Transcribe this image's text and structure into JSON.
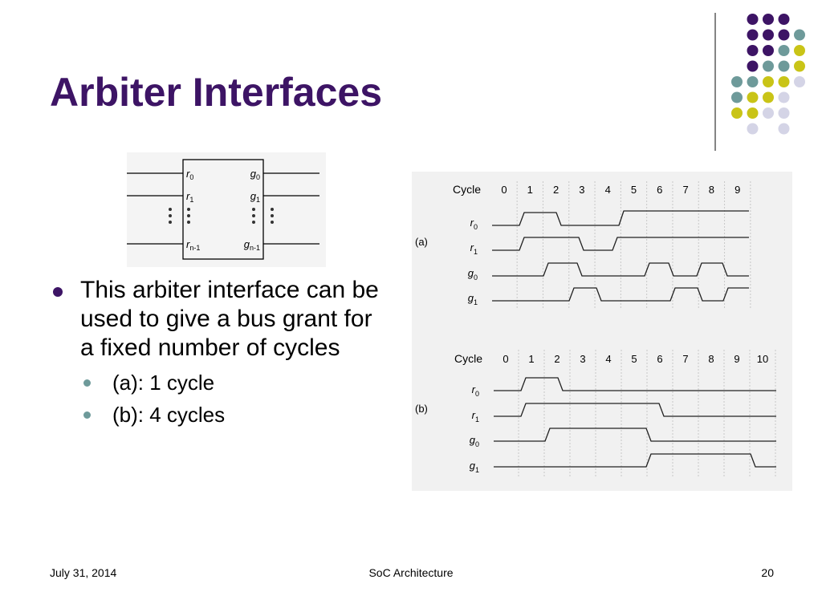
{
  "slide": {
    "title": "Arbiter Interfaces",
    "bullets": [
      {
        "text": "This arbiter interface can be used to give a bus grant for a fixed number of cycles",
        "sub": [
          "(a): 1 cycle",
          "(b): 4 cycles"
        ]
      }
    ]
  },
  "interface_diagram": {
    "inputs": [
      {
        "sym": "r",
        "sub": "0"
      },
      {
        "sym": "r",
        "sub": "1"
      },
      {
        "sym": "r",
        "sub": "n-1"
      }
    ],
    "outputs": [
      {
        "sym": "g",
        "sub": "0"
      },
      {
        "sym": "g",
        "sub": "1"
      },
      {
        "sym": "g",
        "sub": "n-1"
      }
    ]
  },
  "timing": {
    "a": {
      "label": "(a)",
      "cycle_label": "Cycle",
      "cycles": [
        "0",
        "1",
        "2",
        "3",
        "4",
        "5",
        "6",
        "7",
        "8",
        "9"
      ]
    },
    "b": {
      "label": "(b)",
      "cycle_label": "Cycle",
      "cycles": [
        "0",
        "1",
        "2",
        "3",
        "4",
        "5",
        "6",
        "7",
        "8",
        "9",
        "10"
      ]
    },
    "signals": [
      {
        "sym": "r",
        "sub": "0"
      },
      {
        "sym": "r",
        "sub": "1"
      },
      {
        "sym": "g",
        "sub": "0"
      },
      {
        "sym": "g",
        "sub": "1"
      }
    ]
  },
  "footer": {
    "date": "July 31, 2014",
    "center": "SoC Architecture",
    "page": "20"
  },
  "colors": {
    "title": "#3d1465",
    "purple": "#3d1465",
    "teal": "#6e9a9a",
    "olive": "#c9c417",
    "lavender": "#d4d4e6"
  }
}
